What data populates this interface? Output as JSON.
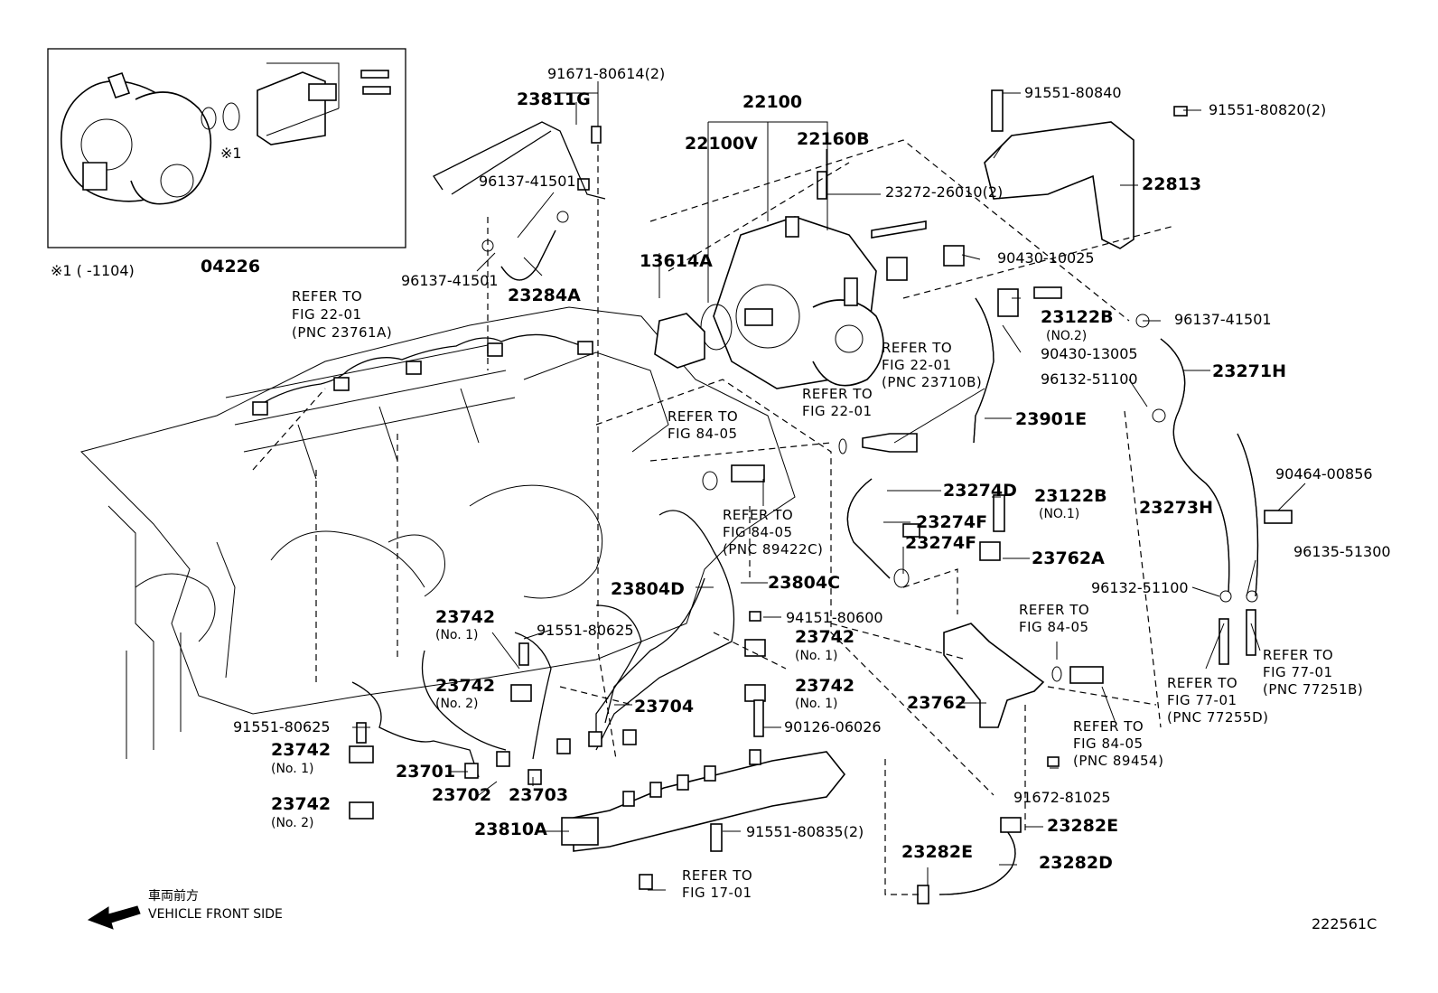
{
  "diagram_id": "222561C",
  "vehicle_direction": {
    "jp": "車両前方",
    "en": "VEHICLE FRONT SIDE"
  },
  "inset": {
    "part": "04226",
    "note_mark": "※1",
    "note_text": "※1 (      -1104)"
  },
  "parts": {
    "p23811G": "23811G",
    "p91671": "91671-80614(2)",
    "p22100": "22100",
    "p22100V": "22100V",
    "p22160B": "22160B",
    "p91551_80840": "91551-80840",
    "p91551_80820": "91551-80820(2)",
    "p22813": "22813",
    "p96137_a": "96137-41501",
    "p96137_b": "96137-41501",
    "p23284A": "23284A",
    "p23272": "23272-26010(2)",
    "p13614A": "13614A",
    "p90430_10025": "90430-10025",
    "p96137_c": "96137-41501",
    "p23122B_no2": "23122B",
    "p23122B_no2_sub": "(NO.2)",
    "p90430_13005": "90430-13005",
    "p96132_a": "96132-51100",
    "p23271H": "23271H",
    "p23901E": "23901E",
    "p90464": "90464-00856",
    "p23274D": "23274D",
    "p23122B_no1": "23122B",
    "p23122B_no1_sub": "(NO.1)",
    "p23274F_a": "23274F",
    "p23274F_b": "23274F",
    "p23273H": "23273H",
    "p23762A": "23762A",
    "p96135": "96135-51300",
    "p96132_b": "96132-51100",
    "p23804D": "23804D",
    "p23804C": "23804C",
    "p94151": "94151-80600",
    "p23742_a": "23742",
    "p23742_a_sub": "(No. 1)",
    "p91551_80625_a": "91551-80625",
    "p23742_b": "23742",
    "p23742_b_sub": "(No. 1)",
    "p23742_c": "23742",
    "p23742_c_sub": "(No. 2)",
    "p23742_d": "23742",
    "p23742_d_sub": "(No. 1)",
    "p23704": "23704",
    "p23762": "23762",
    "p90126": "90126-06026",
    "p91551_80625_b": "91551-80625",
    "p23742_e": "23742",
    "p23742_e_sub": "(No. 1)",
    "p23701": "23701",
    "p23702": "23702",
    "p23703": "23703",
    "p23742_f": "23742",
    "p23742_f_sub": "(No. 2)",
    "p91672": "91672-81025",
    "p23810A": "23810A",
    "p91551_80835": "91551-80835(2)",
    "p23282E_a": "23282E",
    "p23282E_b": "23282E",
    "p23282D": "23282D"
  },
  "refs": {
    "r1": {
      "line1": "REFER TO",
      "line2": "FIG 22-01",
      "line3": "(PNC 23761A)"
    },
    "r2": {
      "line1": "REFER TO",
      "line2": "FIG 22-01",
      "line3": "(PNC 23710B)"
    },
    "r3": {
      "line1": "REFER TO",
      "line2": "FIG 22-01"
    },
    "r4": {
      "line1": "REFER TO",
      "line2": "FIG 84-05"
    },
    "r5": {
      "line1": "REFER TO",
      "line2": "FIG 84-05",
      "line3": "(PNC 89422C)"
    },
    "r6": {
      "line1": "REFER TO",
      "line2": "FIG 84-05"
    },
    "r7": {
      "line1": "REFER TO",
      "line2": "FIG 84-05",
      "line3": "(PNC 89454)"
    },
    "r8": {
      "line1": "REFER TO",
      "line2": "FIG 77-01",
      "line3": "(PNC 77255D)"
    },
    "r9": {
      "line1": "REFER TO",
      "line2": "FIG 77-01",
      "line3": "(PNC 77251B)"
    },
    "r10": {
      "line1": "REFER TO",
      "line2": "FIG 17-01"
    }
  }
}
